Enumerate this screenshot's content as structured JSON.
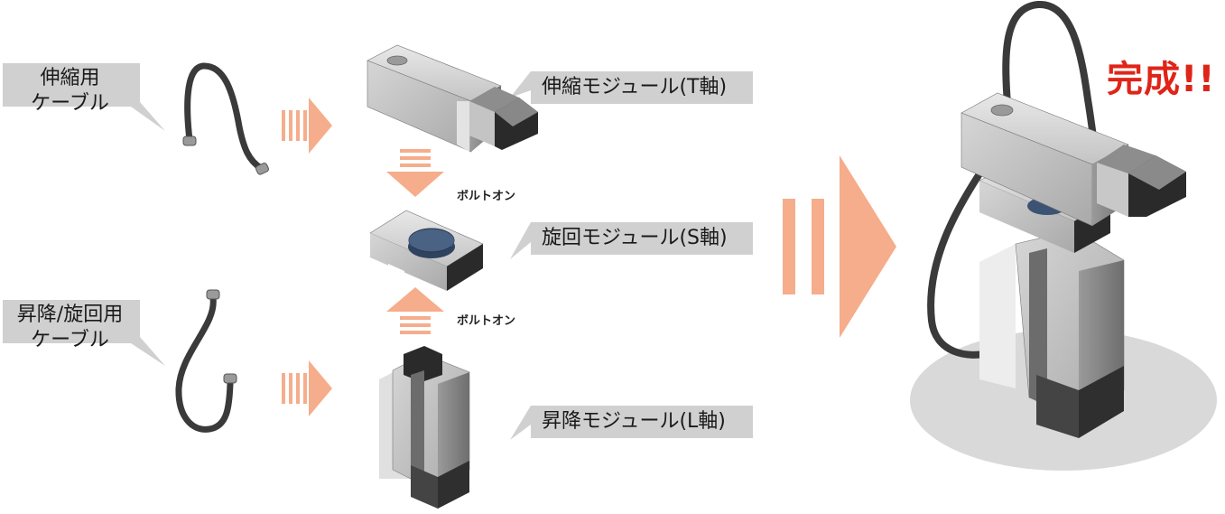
{
  "cables": {
    "extension": [
      "伸縮用",
      "ケーブル"
    ],
    "lift_rotate": [
      "昇降/旋回用",
      "ケーブル"
    ]
  },
  "modules": {
    "extension": "伸縮モジュール(T軸)",
    "rotation": "旋回モジュール(S軸)",
    "lift": "昇降モジュール(L軸)"
  },
  "connectors": {
    "bolt_on_top": "ボルトオン",
    "bolt_on_bottom": "ボルトオン"
  },
  "result": "完成!!",
  "colors": {
    "callout_bg": "#d0d0d0",
    "arrow": "#f5ad8c",
    "accent_red": "#e02418",
    "cable": "#3a3a3a",
    "rotation_cap": "#3d5373",
    "floor_shadow": "#d9d9d9"
  }
}
